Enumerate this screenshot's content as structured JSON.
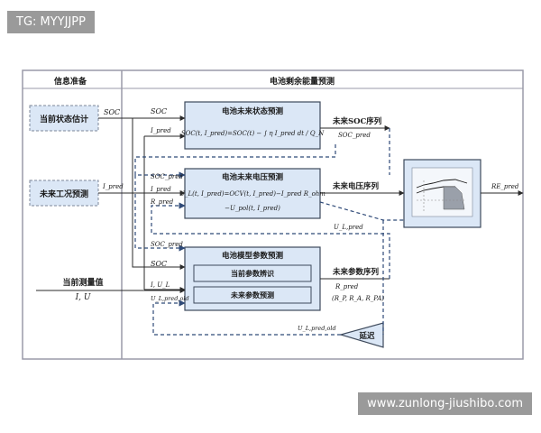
{
  "watermarks": {
    "top_left": "TG: MYYJJPP",
    "bottom_right": "www.zunlong-jiushibo.com"
  },
  "panels": {
    "left_title": "信息准备",
    "right_title": "电池剩余能量预测"
  },
  "left_blocks": {
    "soc_estimate": "当前状态估计",
    "condition_predict": "未来工况预测",
    "measured_label": "当前测量值",
    "measured_values": "I, U"
  },
  "blocks": {
    "soc_predict": {
      "title": "电池未来状态预测",
      "eq": "SOC(t, I_pred)=SOC(t) − ∫ η I_pred dt / Q_N"
    },
    "voltage_predict": {
      "title": "电池未来电压预测",
      "eq1": "U_L(t, I_pred)=OCV(t, I_pred)−I_pred R_ohm",
      "eq2": "−U_pol(t, I_pred)"
    },
    "param_predict": {
      "title": "电池模型参数预测",
      "sub1": "当前参数辨识",
      "sub2": "未来参数预测"
    },
    "delay": "延迟"
  },
  "signals": {
    "soc": "SOC",
    "soc_in": "SOC",
    "i_pred": "I_pred",
    "i_pred_out": "I_pred",
    "soc_pred": "SOC_pred",
    "soc_pred2": "SOC_pred",
    "i_pred2": "I_pred",
    "r_pred": "R_pred",
    "soc_param": "SOC",
    "i_ul": "I, U_L",
    "u_pred_old_in": "U_L,pred,old",
    "u_pred_old": "U_L,pred,old",
    "u_pred": "U_L,pred",
    "r_pred_out": "R_pred",
    "r_tuple": "(R_P, R_A, R_PA)",
    "re_pred": "RE_pred"
  },
  "outputs": {
    "soc_seq": "未来SOC序列",
    "voltage_seq": "未来电压序列",
    "param_seq": "未来参数序列"
  },
  "colors": {
    "panel_border": "#9a9aa8",
    "block_fill": "#dbe7f6",
    "block_border": "#3e4a5c",
    "dashed": "#2f4a78"
  }
}
